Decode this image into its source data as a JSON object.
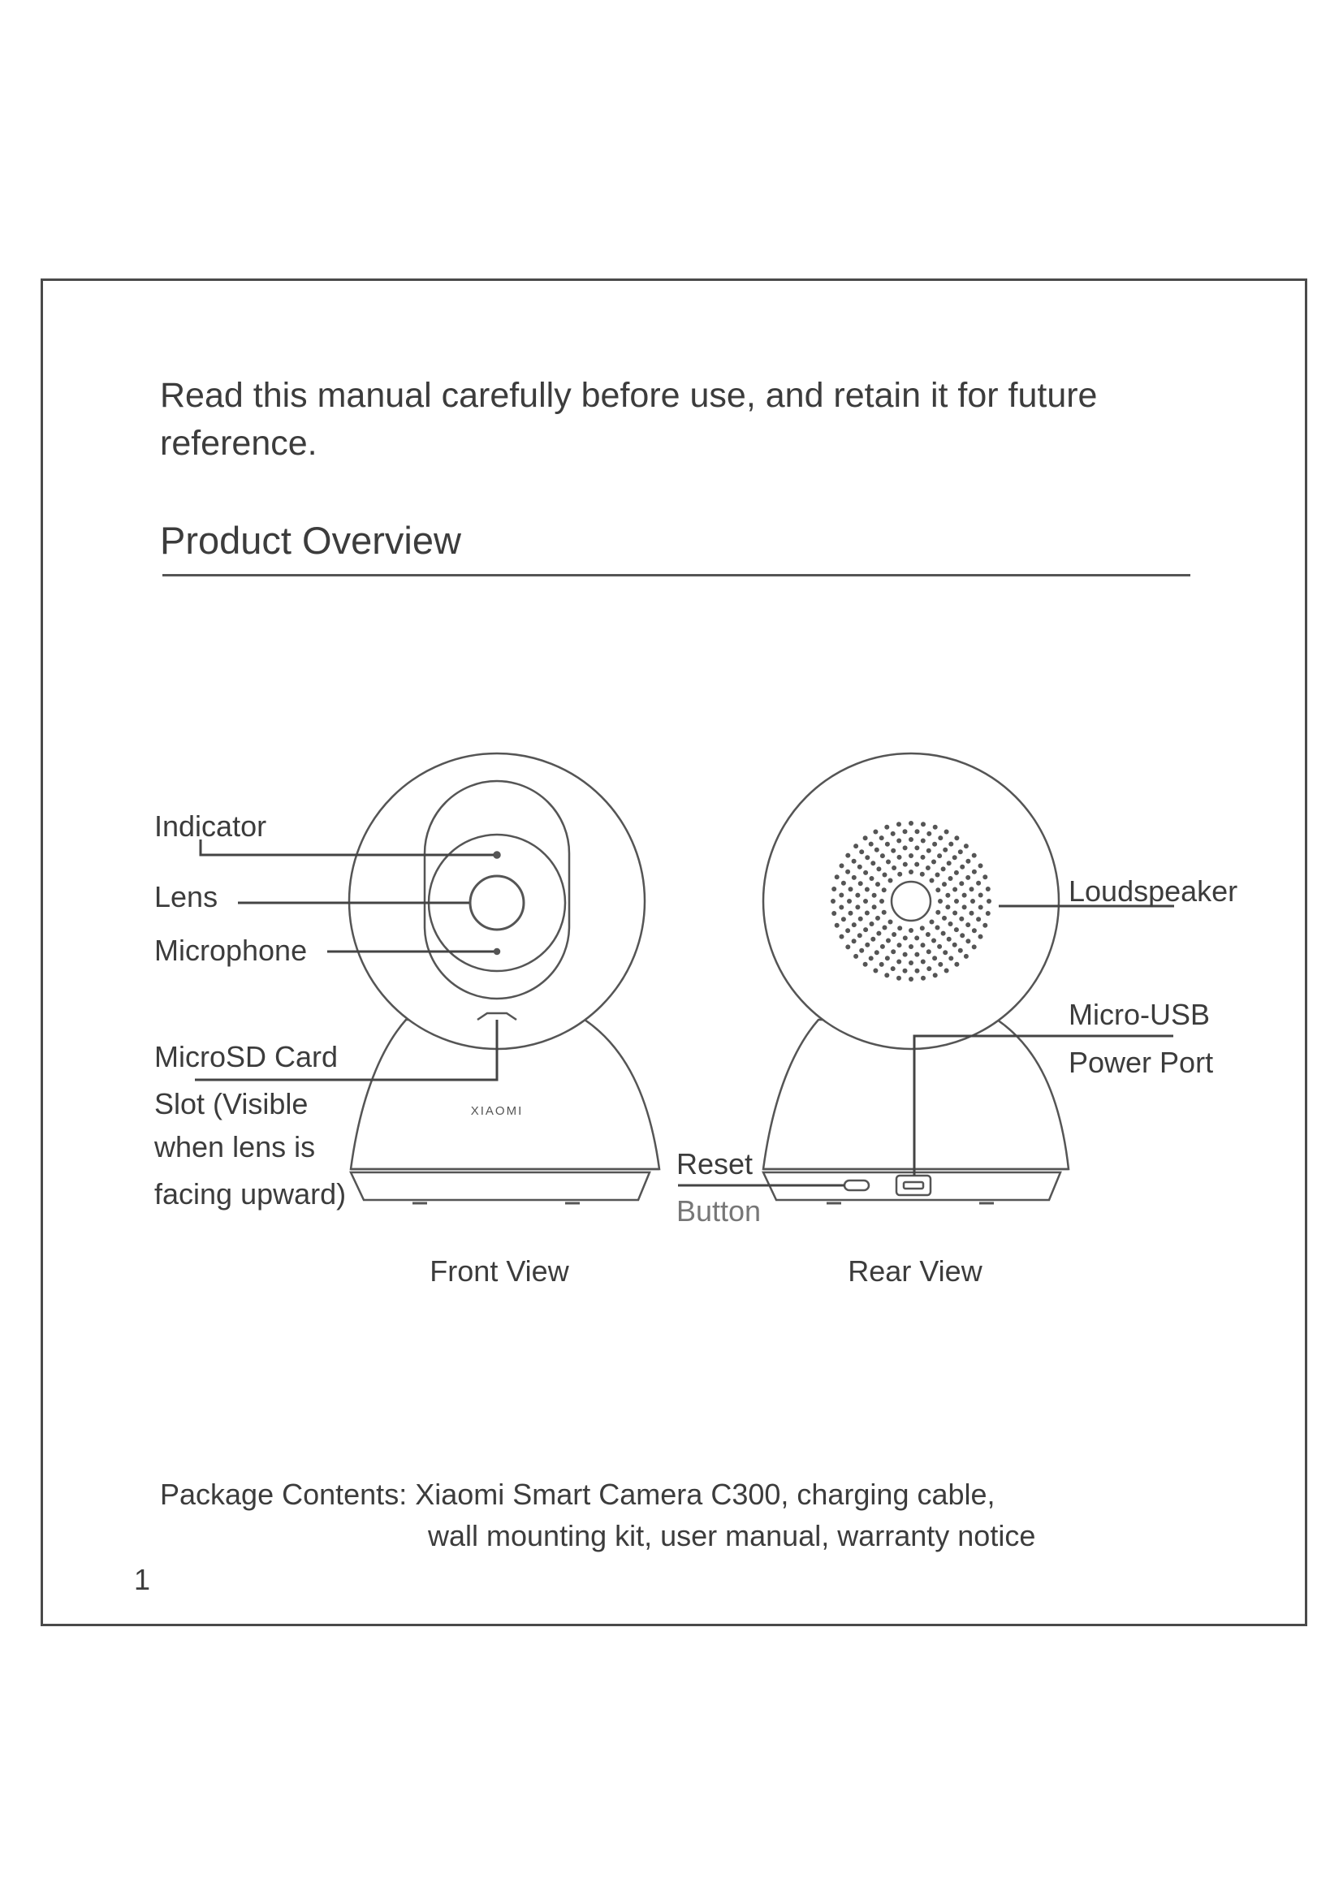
{
  "intro": "Read this manual carefully before use, and retain it for future reference.",
  "section_title": "Product Overview",
  "front": {
    "labels": {
      "indicator": "Indicator",
      "lens": "Lens",
      "microphone": "Microphone",
      "microsd_1": "MicroSD Card",
      "microsd_2": "Slot (Visible",
      "microsd_3": "when lens is",
      "microsd_4": "facing upward)"
    },
    "brand": "XIAOMI",
    "caption": "Front View"
  },
  "rear": {
    "labels": {
      "loudspeaker": "Loudspeaker",
      "usb_1": "Micro-USB",
      "usb_2": "Power Port",
      "reset_1": "Reset",
      "reset_2": "Button"
    },
    "caption": "Rear View"
  },
  "package": {
    "label": "Package Contents:",
    "line1": "Xiaomi Smart Camera C300, charging cable,",
    "line2": "wall mounting kit, user manual, warranty notice"
  },
  "page_number": "1"
}
